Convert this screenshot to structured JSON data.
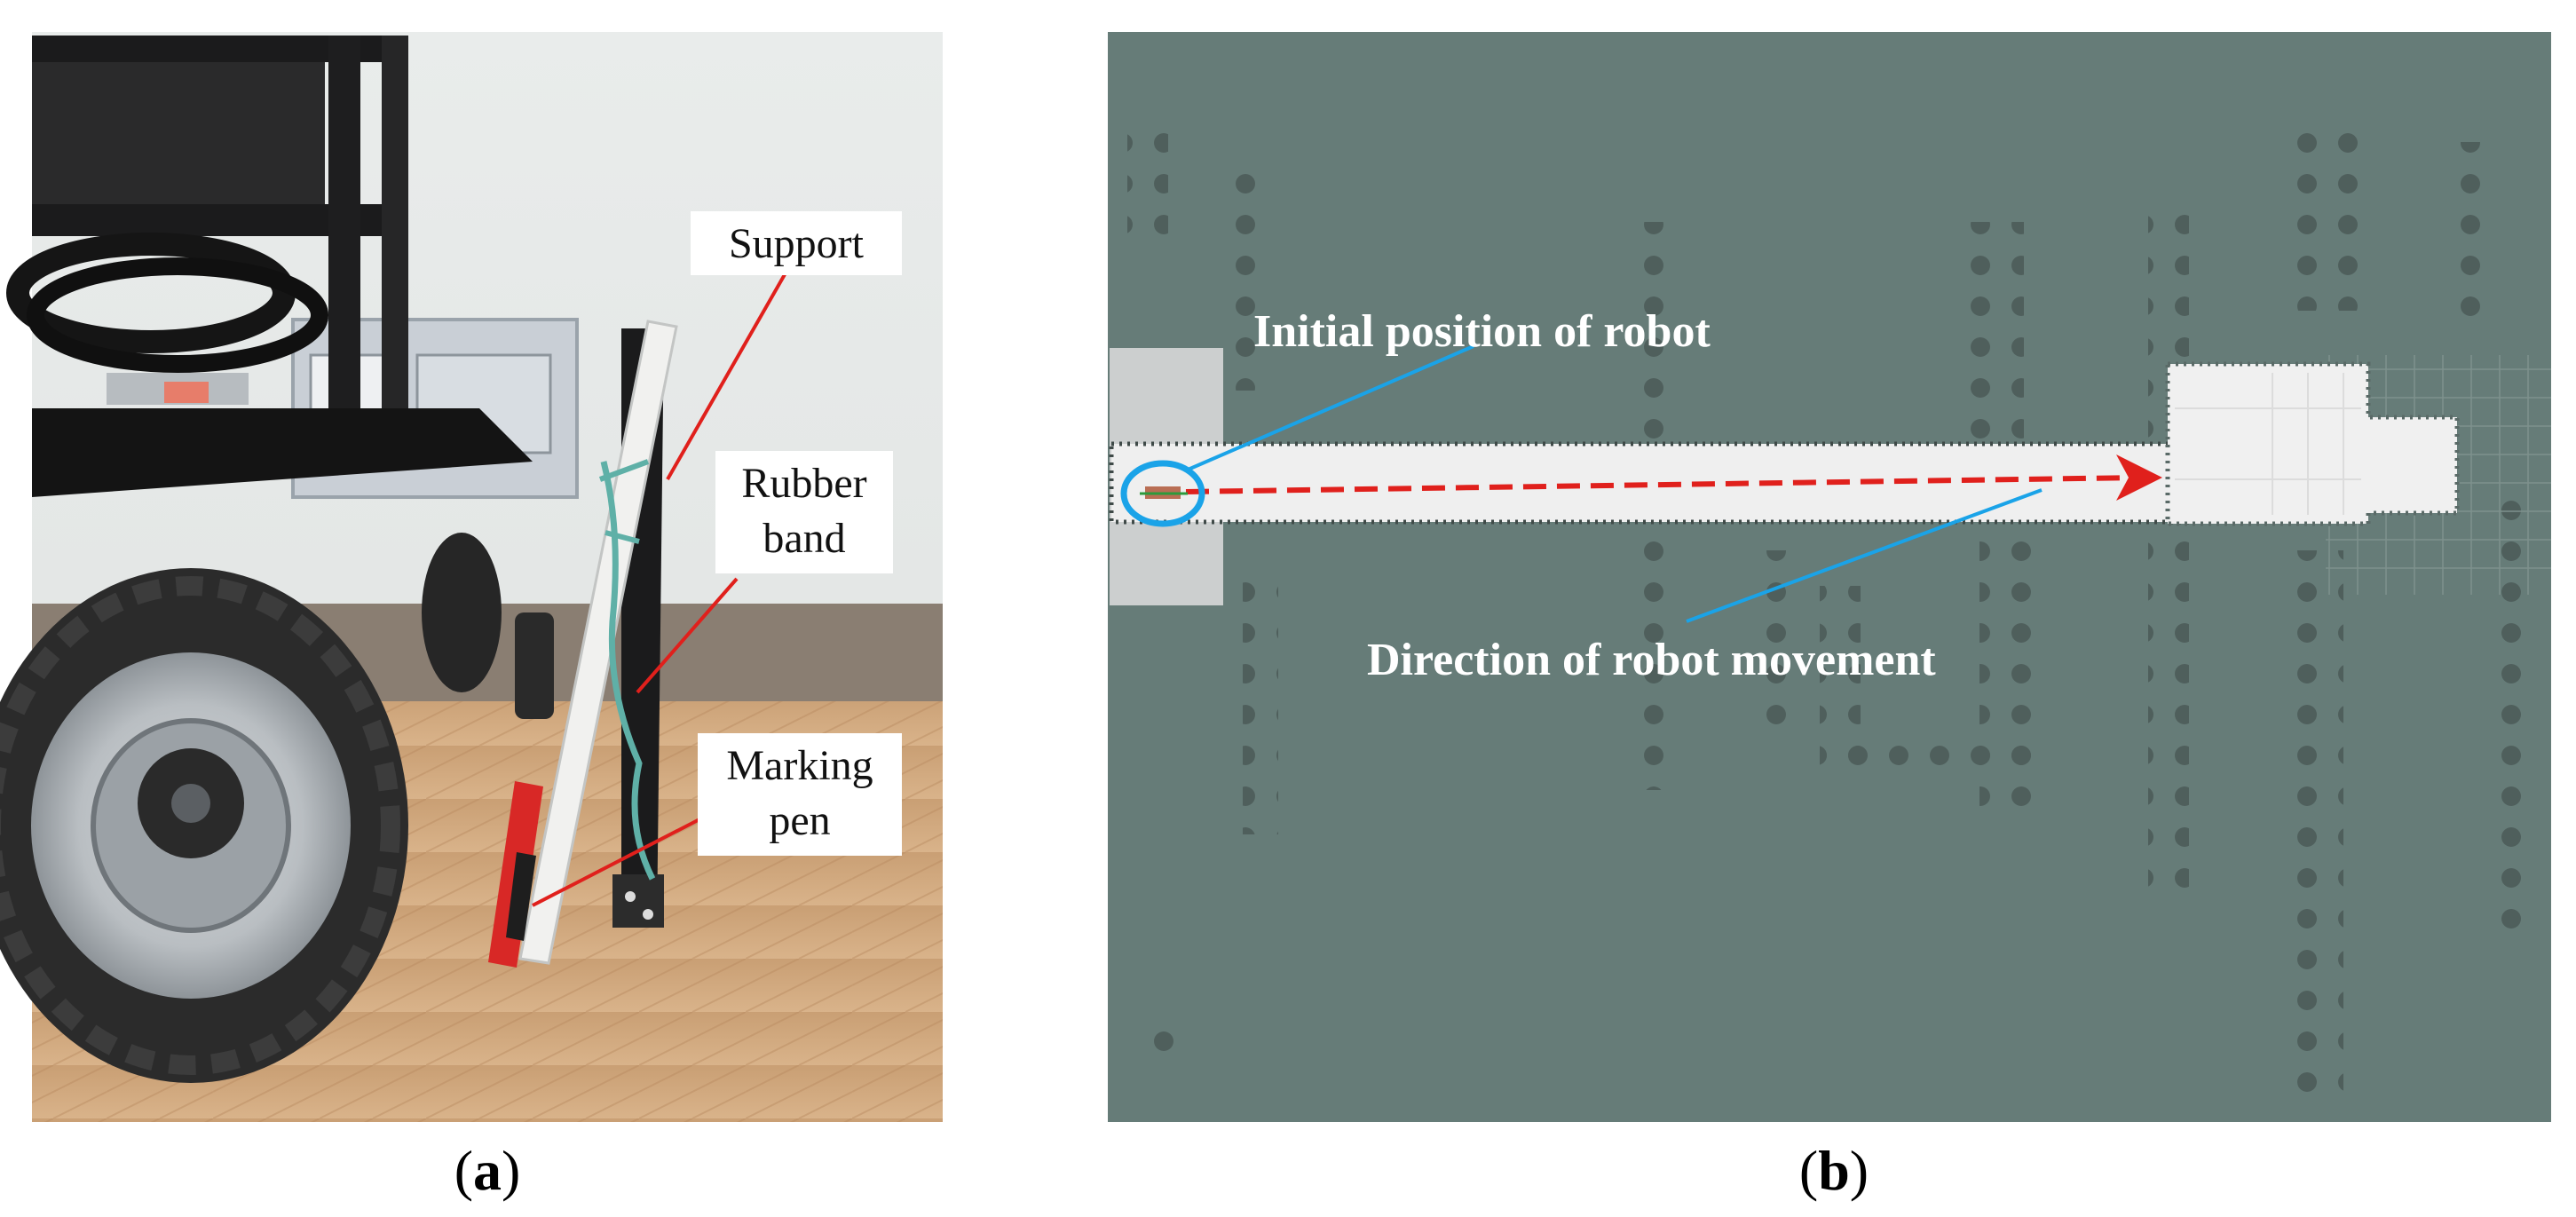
{
  "panel_a": {
    "caption": {
      "open": "(",
      "letter": "a",
      "close": ")"
    },
    "labels": {
      "support": "Support",
      "rubber_band_line1": "Rubber",
      "rubber_band_line2": "band",
      "marking_pen_line1": "Marking",
      "marking_pen_line2": "pen"
    },
    "colors": {
      "leader_line": "#e0201c",
      "label_box": "#ffffff"
    }
  },
  "panel_b": {
    "caption": {
      "open": "(",
      "letter": "b",
      "close": ")"
    },
    "labels": {
      "initial_position": "Initial position of robot",
      "direction": "Direction of robot movement"
    },
    "colors": {
      "map_background": "#667c78",
      "free_space": "#efefef",
      "callout_line": "#1aa3e8",
      "path_arrow": "#e0201c"
    }
  }
}
